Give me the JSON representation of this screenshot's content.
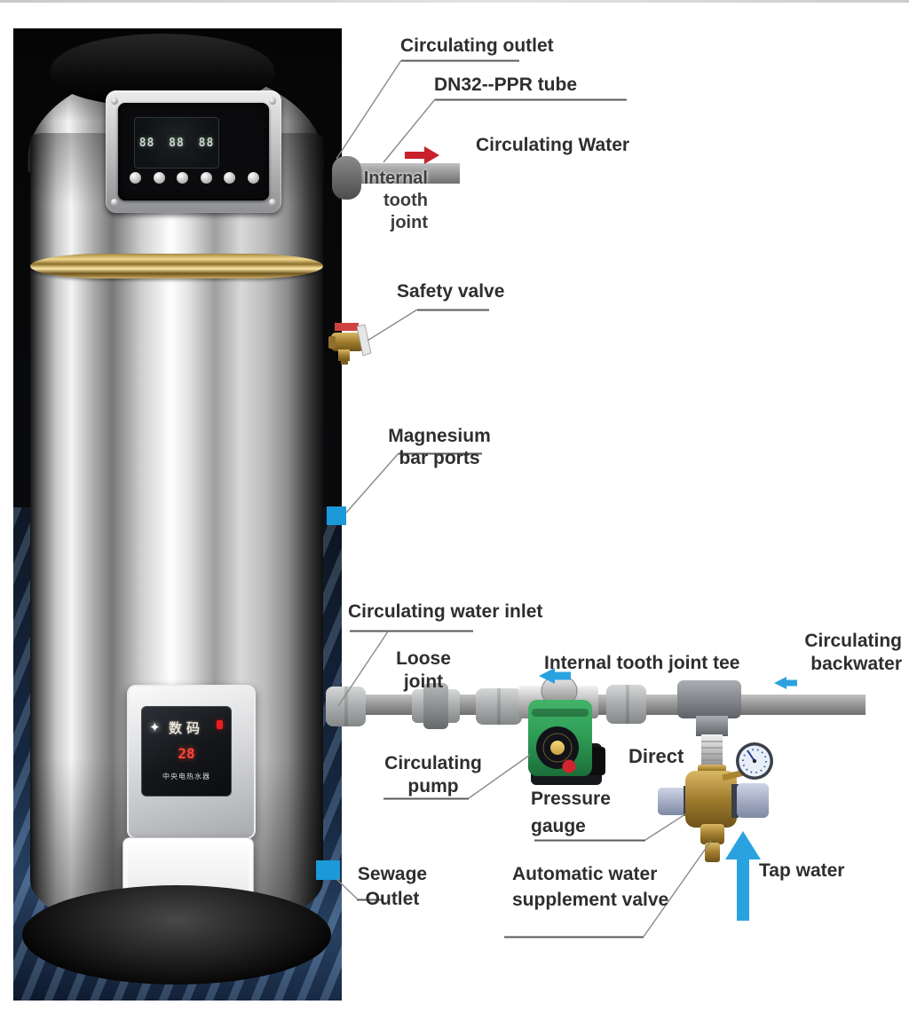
{
  "colors": {
    "accent_blue": "#1b99d8",
    "arrow_blue": "#2aa2df",
    "arrow_red": "#c8202c",
    "pump_green": "#2f9e57",
    "brass": "#b5913f",
    "label_text": "#2e2e2e"
  },
  "labels": {
    "circulating_outlet": "Circulating outlet",
    "dn32_ppr_tube": "DN32--PPR tube",
    "circulating_water": "Circulating Water",
    "internal_tooth_joint": [
      "Internal",
      "tooth",
      "joint"
    ],
    "safety_valve": "Safety valve",
    "magnesium_bar_ports": [
      "Magnesium",
      "bar ports"
    ],
    "circulating_water_inlet": "Circulating water inlet",
    "loose_joint": [
      "Loose",
      "joint"
    ],
    "internal_tooth_joint_tee": "Internal tooth joint tee",
    "circulating_backwater": [
      "Circulating",
      "backwater"
    ],
    "circulating_pump": [
      "Circulating",
      "pump"
    ],
    "direct": "Direct",
    "pressure_gauge": [
      "Pressure",
      "gauge"
    ],
    "automatic_water_supplement_valve": [
      "Automatic water",
      "supplement valve"
    ],
    "tap_water": "Tap water",
    "sewage_outlet": [
      "Sewage",
      "Outlet"
    ]
  },
  "tank": {
    "lcd_segments": "88 88 88",
    "display_brand": "数码",
    "display_temperature": "28",
    "display_caption": "中央电热水器"
  },
  "icons": {
    "sparkle": "✦"
  }
}
